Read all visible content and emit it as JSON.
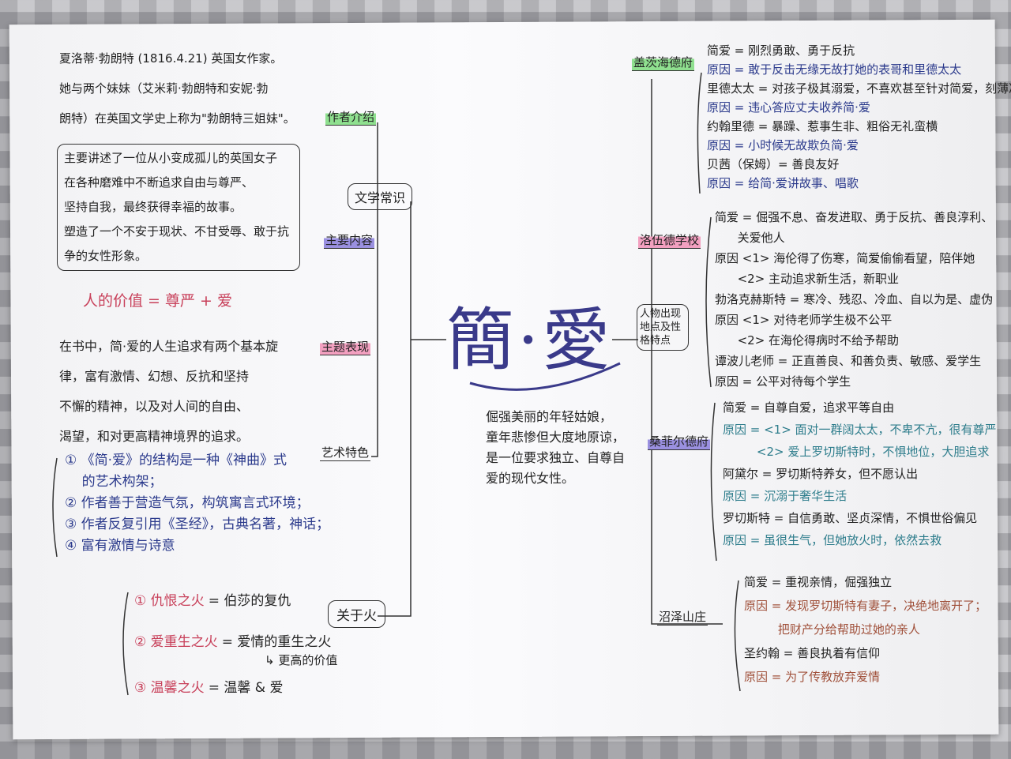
{
  "center": {
    "title": "簡·愛",
    "description": [
      "倔强美丽的年轻姑娘，",
      "童年悲惨但大度地原谅，",
      "是一位要求独立、自尊自",
      "爱的现代女性。"
    ]
  },
  "left": {
    "branch_label": "文学常识",
    "author": {
      "label": "作者介绍",
      "lines": [
        "夏洛蒂·勃朗特 (1816.4.21) 英国女作家。",
        "她与两个妹妹（艾米莉·勃朗特和安妮·勃",
        "朗特）在英国文学史上称为\"勃朗特三姐妹\"。"
      ]
    },
    "summary": {
      "label": "主要内容",
      "lines": [
        "主要讲述了一位从小变成孤儿的英国女子",
        "在各种磨难中不断追求自由与尊严、",
        "坚持自我，最终获得幸福的故事。",
        "塑造了一个不安于现状、不甘受辱、敢于抗",
        "争的女性形象。"
      ]
    },
    "theme": {
      "label": "主题表现",
      "formula": "人的价值 = 尊严 + 爱",
      "lines": [
        "在书中，简·爱的人生追求有两个基本旋",
        "律，富有激情、幻想、反抗和坚持",
        "不懈的精神，以及对人间的自由、",
        "渴望，和对更高精神境界的追求。"
      ]
    },
    "art": {
      "label": "艺术特色",
      "lines": [
        "① 《简·爱》的结构是一种《神曲》式",
        "    的艺术构架；",
        "② 作者善于营造气氛，构筑寓言式环境；",
        "③ 作者反复引用《圣经》，古典名著，神话；",
        "④ 富有激情与诗意"
      ]
    },
    "fire": {
      "label": "关于火",
      "items": [
        {
          "name": "① 仇恨之火",
          "value": "= 伯莎的复仇"
        },
        {
          "name": "② 爱重生之火",
          "value": "= 爱情的重生之火"
        },
        {
          "name": "③ 温馨之火",
          "value": "= 温馨 & 爱"
        }
      ],
      "note": "↳ 更高的价值"
    }
  },
  "right": {
    "branch_label": "人物出现地点及性格特点",
    "places": [
      {
        "label": "盖茨海德府",
        "color": "#8fe08f",
        "lines": [
          {
            "text": "简爱 = 刚烈勇敢、勇于反抗",
            "tone": "black"
          },
          {
            "text": "原因 = 敢于反击无缘无故打她的表哥和里德太太",
            "tone": "blue"
          },
          {
            "text": "里德太太 = 对孩子极其溺爱，不喜欢甚至针对简爱，刻薄冷酷",
            "tone": "black"
          },
          {
            "text": "原因 = 违心答应丈夫收养简·爱",
            "tone": "blue"
          },
          {
            "text": "约翰里德 = 暴躁、惹事生非、粗俗无礼蛮横",
            "tone": "black"
          },
          {
            "text": "原因 = 小时候无故欺负简·爱",
            "tone": "blue"
          },
          {
            "text": "贝茜（保姆）= 善良友好",
            "tone": "black"
          },
          {
            "text": "原因 = 给简·爱讲故事、唱歌",
            "tone": "blue"
          }
        ]
      },
      {
        "label": "洛伍德学校",
        "color": "#f3a0c0",
        "lines": [
          {
            "text": "简爱 = 倔强不息、奋发进取、勇于反抗、善良淳利、",
            "tone": "black"
          },
          {
            "text": "      关爱他人",
            "tone": "black"
          },
          {
            "text": "原因 <1> 海伦得了伤寒，简爱偷偷看望，陪伴她",
            "tone": "black"
          },
          {
            "text": "      <2> 主动追求新生活，新职业",
            "tone": "black"
          },
          {
            "text": "勃洛克赫斯特 = 寒冷、残忍、冷血、自以为是、虚伪",
            "tone": "black"
          },
          {
            "text": "原因 <1> 对待老师学生极不公平",
            "tone": "black"
          },
          {
            "text": "      <2> 在海伦得病时不给予帮助",
            "tone": "black"
          },
          {
            "text": "谭波儿老师 = 正直善良、和善负责、敏感、爱学生",
            "tone": "black"
          },
          {
            "text": "原因 = 公平对待每个学生",
            "tone": "black"
          }
        ]
      },
      {
        "label": "桑菲尔德府",
        "color": "#9a90e0",
        "lines": [
          {
            "text": "简爱 = 自尊自爱，追求平等自由",
            "tone": "black"
          },
          {
            "text": "原因 = <1> 面对一群阔太太，不卑不亢，很有尊严",
            "tone": "teal"
          },
          {
            "text": "         <2> 爱上罗切斯特时，不惧地位，大胆追求",
            "tone": "teal"
          },
          {
            "text": "阿黛尔 = 罗切斯特养女，但不愿认出",
            "tone": "black"
          },
          {
            "text": "原因 = 沉溺于奢华生活",
            "tone": "teal"
          },
          {
            "text": "罗切斯特 = 自信勇敢、坚贞深情，不惧世俗偏见",
            "tone": "black"
          },
          {
            "text": "原因 = 虽很生气，但她放火时，依然去救",
            "tone": "teal"
          }
        ]
      },
      {
        "label": "沼泽山庄",
        "color": "",
        "lines": [
          {
            "text": "简爱 = 重视亲情，倔强独立",
            "tone": "black"
          },
          {
            "text": "原因 = 发现罗切斯特有妻子，决绝地离开了；",
            "tone": "brown"
          },
          {
            "text": "         把财产分给帮助过她的亲人",
            "tone": "brown"
          },
          {
            "text": "圣约翰 = 善良执着有信仰",
            "tone": "black"
          },
          {
            "text": "原因 = 为了传教放弃爱情",
            "tone": "brown"
          }
        ]
      }
    ]
  },
  "colors": {
    "ink": "#222222",
    "blue_ink": "#2b3a8c",
    "teal_ink": "#2e7d8c",
    "brown_ink": "#a0503a",
    "red_ink": "#c8405a",
    "title_ink": "#3a3a8a"
  }
}
